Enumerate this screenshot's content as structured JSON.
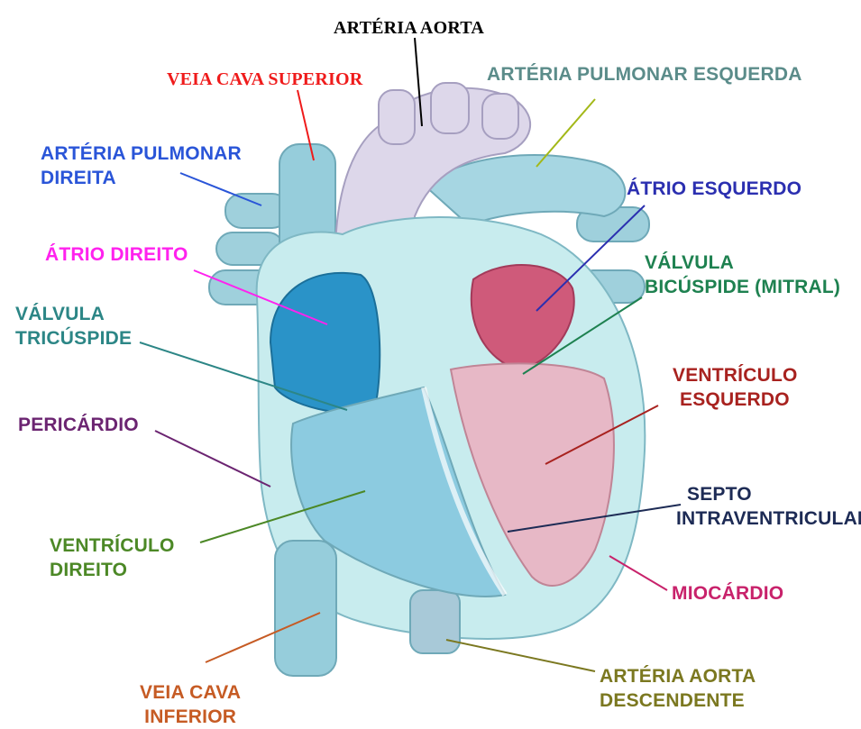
{
  "colors": {
    "background": "#ffffff",
    "heart_light": "#c8ecee",
    "vessel_blue": "#8cc8d6",
    "chamber_blue": "#8ccbe0",
    "aorta_lavender": "#dcd6e8",
    "left_ventricle_pink": "#e7b8c6",
    "left_atrium_red": "#cf5a7a",
    "right_atrium_blue": "#2a93c8"
  },
  "labels": {
    "arteria_aorta": {
      "text": "ARTÉRIA AORTA",
      "color": "#000000"
    },
    "veia_cava_superior": {
      "text": "VEIA CAVA SUPERIOR",
      "color": "#ef1b1b"
    },
    "arteria_pulmonar_esquerda": {
      "text": "ARTÉRIA PULMONAR ESQUERDA",
      "color": "#5b8c8a"
    },
    "arteria_pulmonar_direita": {
      "line1": "ARTÉRIA PULMONAR",
      "line2": "DIREITA",
      "color": "#2a55d8"
    },
    "atrio_esquerdo": {
      "text": "ÁTRIO ESQUERDO",
      "color": "#2b2fb0"
    },
    "atrio_direito": {
      "text": "ÁTRIO DIREITO",
      "color": "#ff22ee"
    },
    "valvula_bicuspide": {
      "line1": "VÁLVULA",
      "line2": "BICÚSPIDE (MITRAL)",
      "color": "#1e8150"
    },
    "valvula_tricuspide": {
      "line1": "VÁLVULA",
      "line2": "TRICÚSPIDE",
      "color": "#2c8686"
    },
    "ventriculo_esquerdo": {
      "line1": "VENTRÍCULO",
      "line2": "ESQUERDO",
      "color": "#a8221f"
    },
    "pericardio": {
      "text": "PERICÁRDIO",
      "color": "#6b2471"
    },
    "septo": {
      "line1": "SEPTO",
      "line2": "INTRAVENTRICULAR",
      "color": "#1d2b55"
    },
    "ventriculo_direito": {
      "line1": "VENTRÍCULO",
      "line2": "DIREITO",
      "color": "#4c8826"
    },
    "miocardio": {
      "text": "MIOCÁRDIO",
      "color": "#c8226b"
    },
    "arteria_aorta_descendente": {
      "line1": "ARTÉRIA AORTA",
      "line2": "DESCENDENTE",
      "color": "#7b7820"
    },
    "veia_cava_inferior": {
      "line1": "VEIA CAVA",
      "line2": "INFERIOR",
      "color": "#c65b24"
    }
  }
}
